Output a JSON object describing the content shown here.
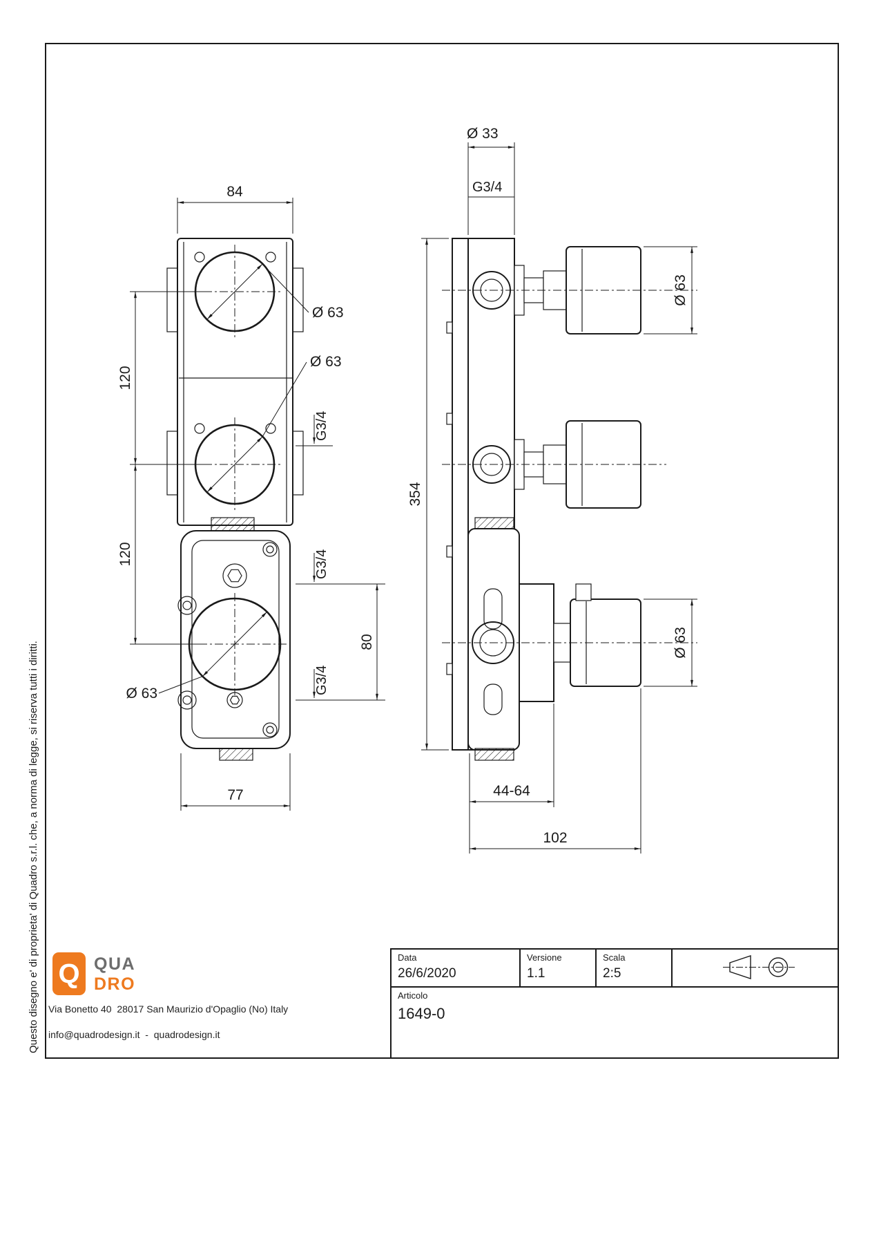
{
  "copyright": "Questo disegno e' di proprieta' di Quadro s.r.l. che, a norma di legge, si riserva tutti i diritti.",
  "front_view": {
    "dim_width_top": "84",
    "dim_pitch_upper": "120",
    "dim_pitch_lower": "120",
    "dia_top_circle": "Ø 63",
    "dia_mid_circle": "Ø 63",
    "dia_bottom_circle": "Ø 63",
    "thread_port_1": "G3/4",
    "thread_port_2": "G3/4",
    "thread_port_3": "G3/4",
    "dim_port_pitch": "80",
    "dim_width_bottom": "77"
  },
  "side_view": {
    "dia_top_pipe": "Ø 33",
    "thread_top": "G3/4",
    "dim_height": "354",
    "dia_knob_top": "Ø 63",
    "dia_knob_bottom": "Ø 63",
    "dim_depth_range": "44-64",
    "dim_depth_total": "102"
  },
  "title_block": {
    "date_label": "Data",
    "date_value": "26/6/2020",
    "version_label": "Versione",
    "version_value": "1.1",
    "scale_label": "Scala",
    "scale_value": "2:5",
    "article_label": "Articolo",
    "article_value": "1649-0"
  },
  "company": {
    "logo_q": "Q",
    "logo_line1": "QUA",
    "logo_line2": "DRO",
    "brand_orange": "#EE7A1F",
    "address": "Via Bonetto 40  28017 San Maurizio d'Opaglio (No) Italy",
    "contact": "info@quadrodesign.it  -  quadrodesign.it"
  }
}
